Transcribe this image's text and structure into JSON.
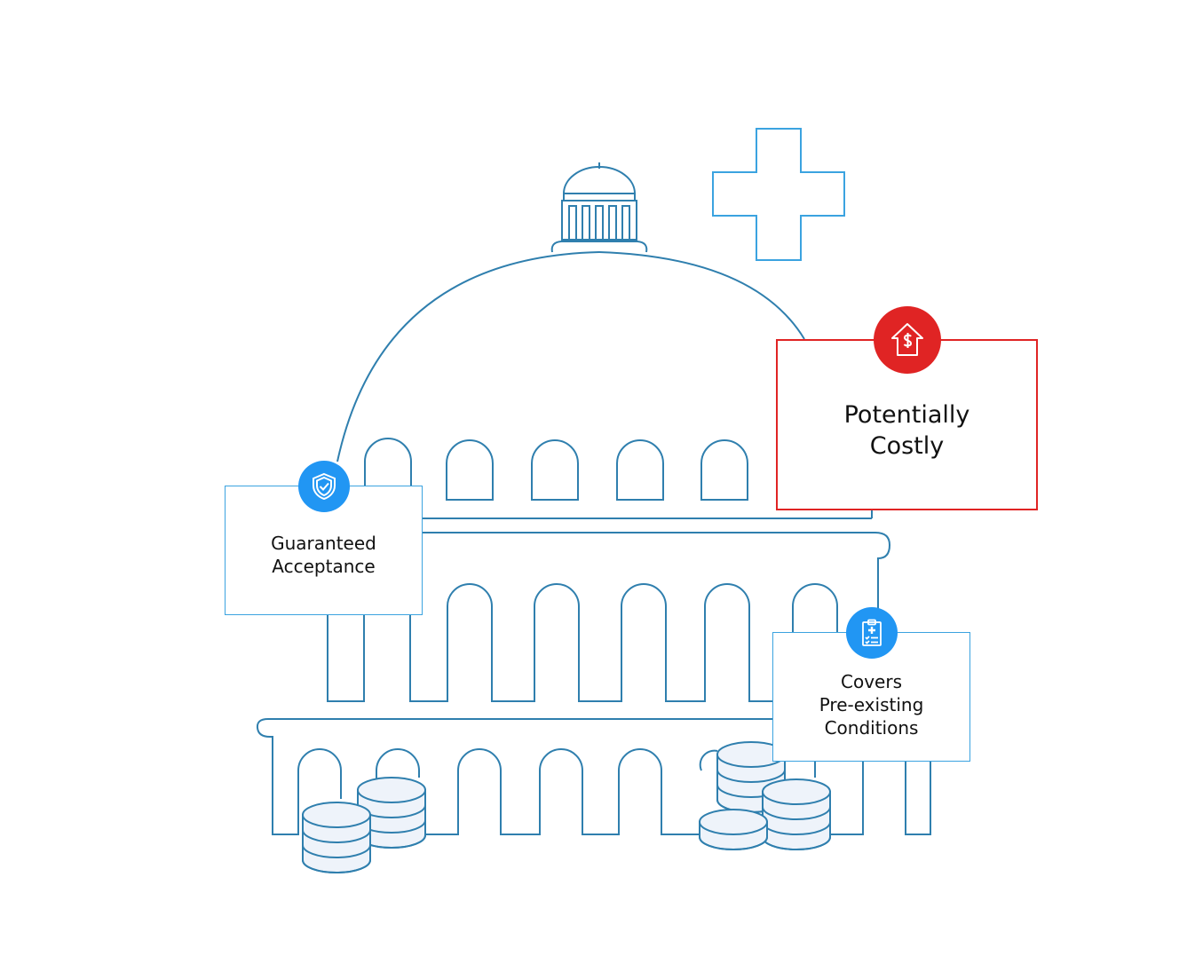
{
  "colors": {
    "outline": "#2f7fae",
    "cross": "#3ba3e0",
    "accent_blue": "#2196f3",
    "accent_red": "#e02424",
    "coin_fill": "#eef3fa"
  },
  "callouts": {
    "guaranteed": {
      "lines": [
        "Guaranteed",
        "Acceptance"
      ],
      "icon": "shield-check-icon"
    },
    "costly": {
      "lines": [
        "Potentially",
        "Costly"
      ],
      "icon": "house-dollar-icon"
    },
    "covers": {
      "lines": [
        "Covers",
        "Pre-existing",
        "Conditions"
      ],
      "icon": "medical-clipboard-icon"
    }
  },
  "decorations": {
    "cross_icon": "medical-cross-icon",
    "building": "capitol-building-icon",
    "coins": "coin-stack-icon"
  }
}
